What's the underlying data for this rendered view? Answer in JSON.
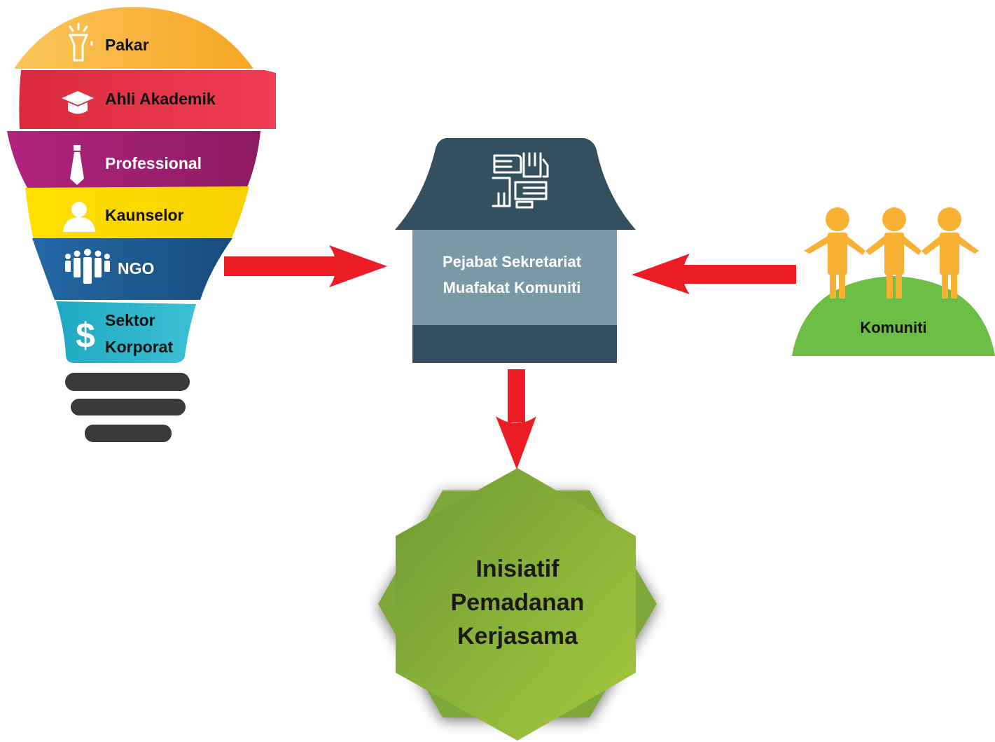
{
  "bulb": {
    "layers": [
      {
        "id": "pakar",
        "label": "Pakar",
        "icon": "flashlight-icon",
        "color": "#F8B133"
      },
      {
        "id": "ahli",
        "label": "Ahli Akademik",
        "icon": "graduation-cap-icon",
        "color": "#E8344A"
      },
      {
        "id": "professional",
        "label": "Professional",
        "icon": "necktie-icon",
        "color": "#A5217A"
      },
      {
        "id": "kaunselor",
        "label": "Kaunselor",
        "icon": "person-icon",
        "color": "#FFDD00"
      },
      {
        "id": "ngo",
        "label": "NGO",
        "icon": "group-icon",
        "color": "#1D5C94"
      },
      {
        "id": "sektor",
        "label_line1": "Sektor",
        "label_line2": "Korporat",
        "icon": "dollar-icon",
        "color": "#2AAFC4"
      }
    ],
    "base_color": "#3A3A3A"
  },
  "house": {
    "line1": "Pejabat Sekretariat",
    "line2": "Muafakat Komuniti",
    "icon": "handshake-hands-icon",
    "roof_color": "#34505F",
    "body_color": "#7A98A6"
  },
  "community": {
    "label": "Komuniti",
    "icon": "people-holding-hands-icon",
    "hill_color": "#6CBE45",
    "people_color": "#F8B133"
  },
  "result": {
    "line1": "Inisiatif",
    "line2": "Pemadanan",
    "line3": "Kerjasama",
    "color": "#8DB83C"
  },
  "arrow_color": "#EC1C24"
}
